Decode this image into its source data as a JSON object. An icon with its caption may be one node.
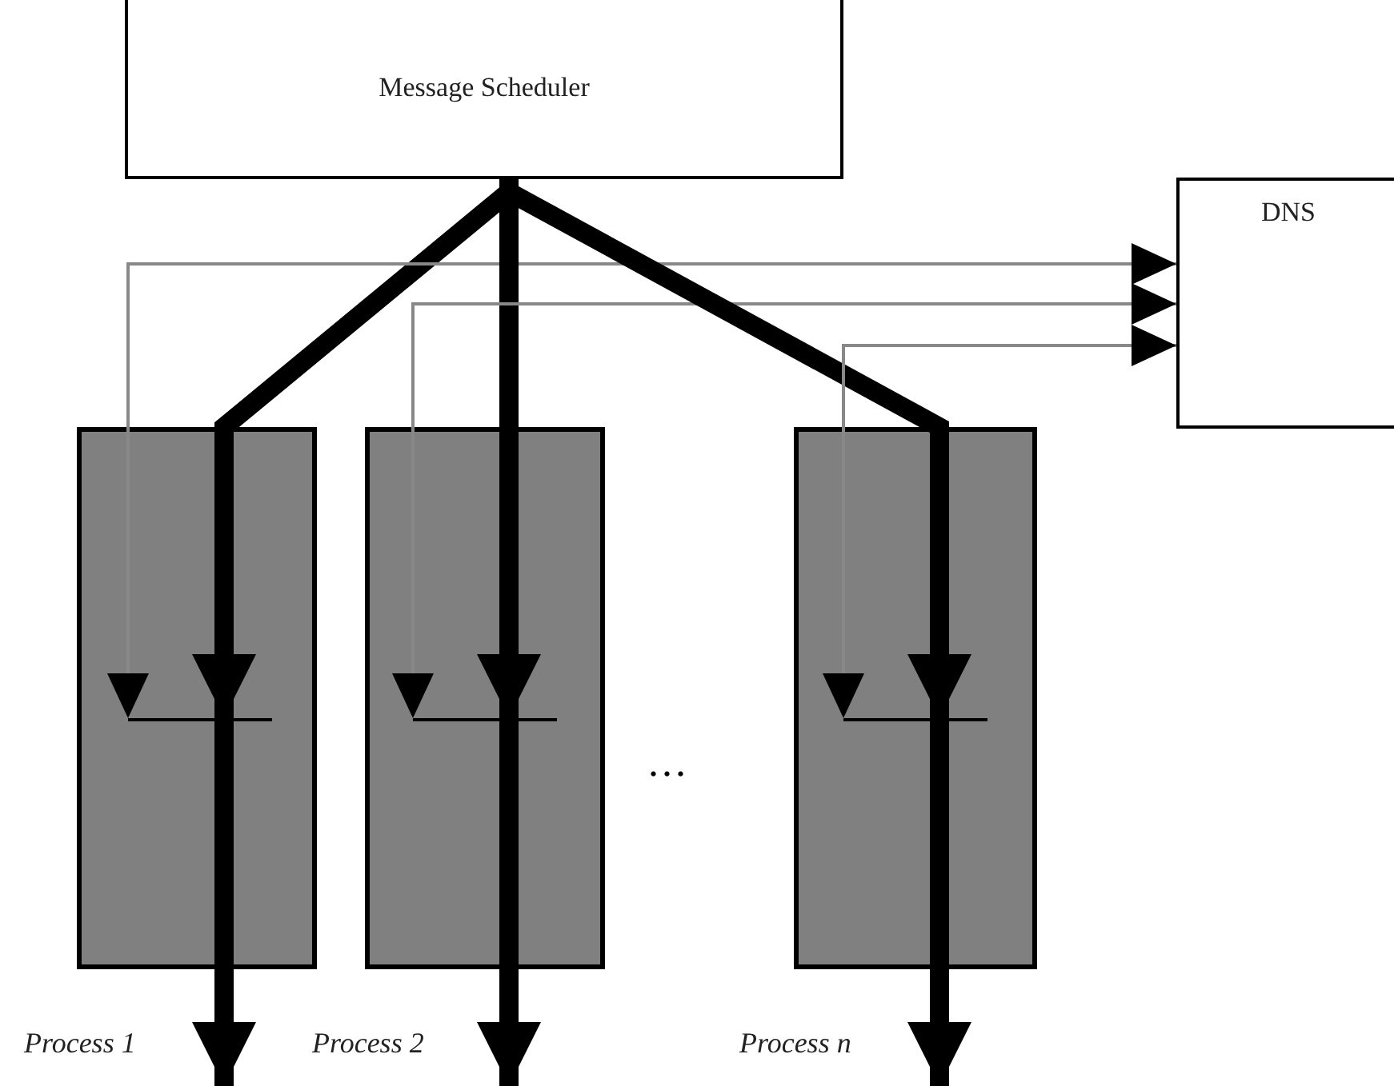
{
  "diagram": {
    "nodes": [
      {
        "text": [
          "Message Scheduler"
        ]
      },
      {
        "text": [
          "DNS"
        ]
      },
      {
        "text": [],
        "shape": "box",
        "beside": [
          "Process 1"
        ]
      },
      {
        "text": [],
        "shape": "bar",
        "in": 2
      },
      {
        "text": [],
        "shape": "box",
        "beside": [
          "Process 2"
        ]
      },
      {
        "text": [],
        "shape": "bar",
        "in": 4
      },
      {
        "text": [],
        "shape": "box",
        "beside": [
          "Process n"
        ]
      },
      {
        "text": [],
        "shape": "bar",
        "in": 6
      }
    ],
    "edges": [
      {
        "from": 0,
        "to": 3,
        "arrow": "to"
      },
      {
        "from": 1,
        "to": 3,
        "arrow": "both",
        "color": "#888888"
      },
      {
        "from": 3,
        "to": null,
        "arrow": "to"
      },
      {
        "from": 0,
        "to": 5,
        "arrow": "to"
      },
      {
        "from": 1,
        "to": 5,
        "arrow": "both",
        "color": "#888888"
      },
      {
        "from": 5,
        "to": null,
        "arrow": "to"
      },
      {
        "from": 0,
        "to": 7,
        "arrow": "to"
      },
      {
        "from": 1,
        "to": 7,
        "arrow": "both",
        "color": "#888888"
      },
      {
        "from": 7,
        "to": null,
        "arrow": "to"
      }
    ],
    "labels": [
      "..."
    ]
  }
}
